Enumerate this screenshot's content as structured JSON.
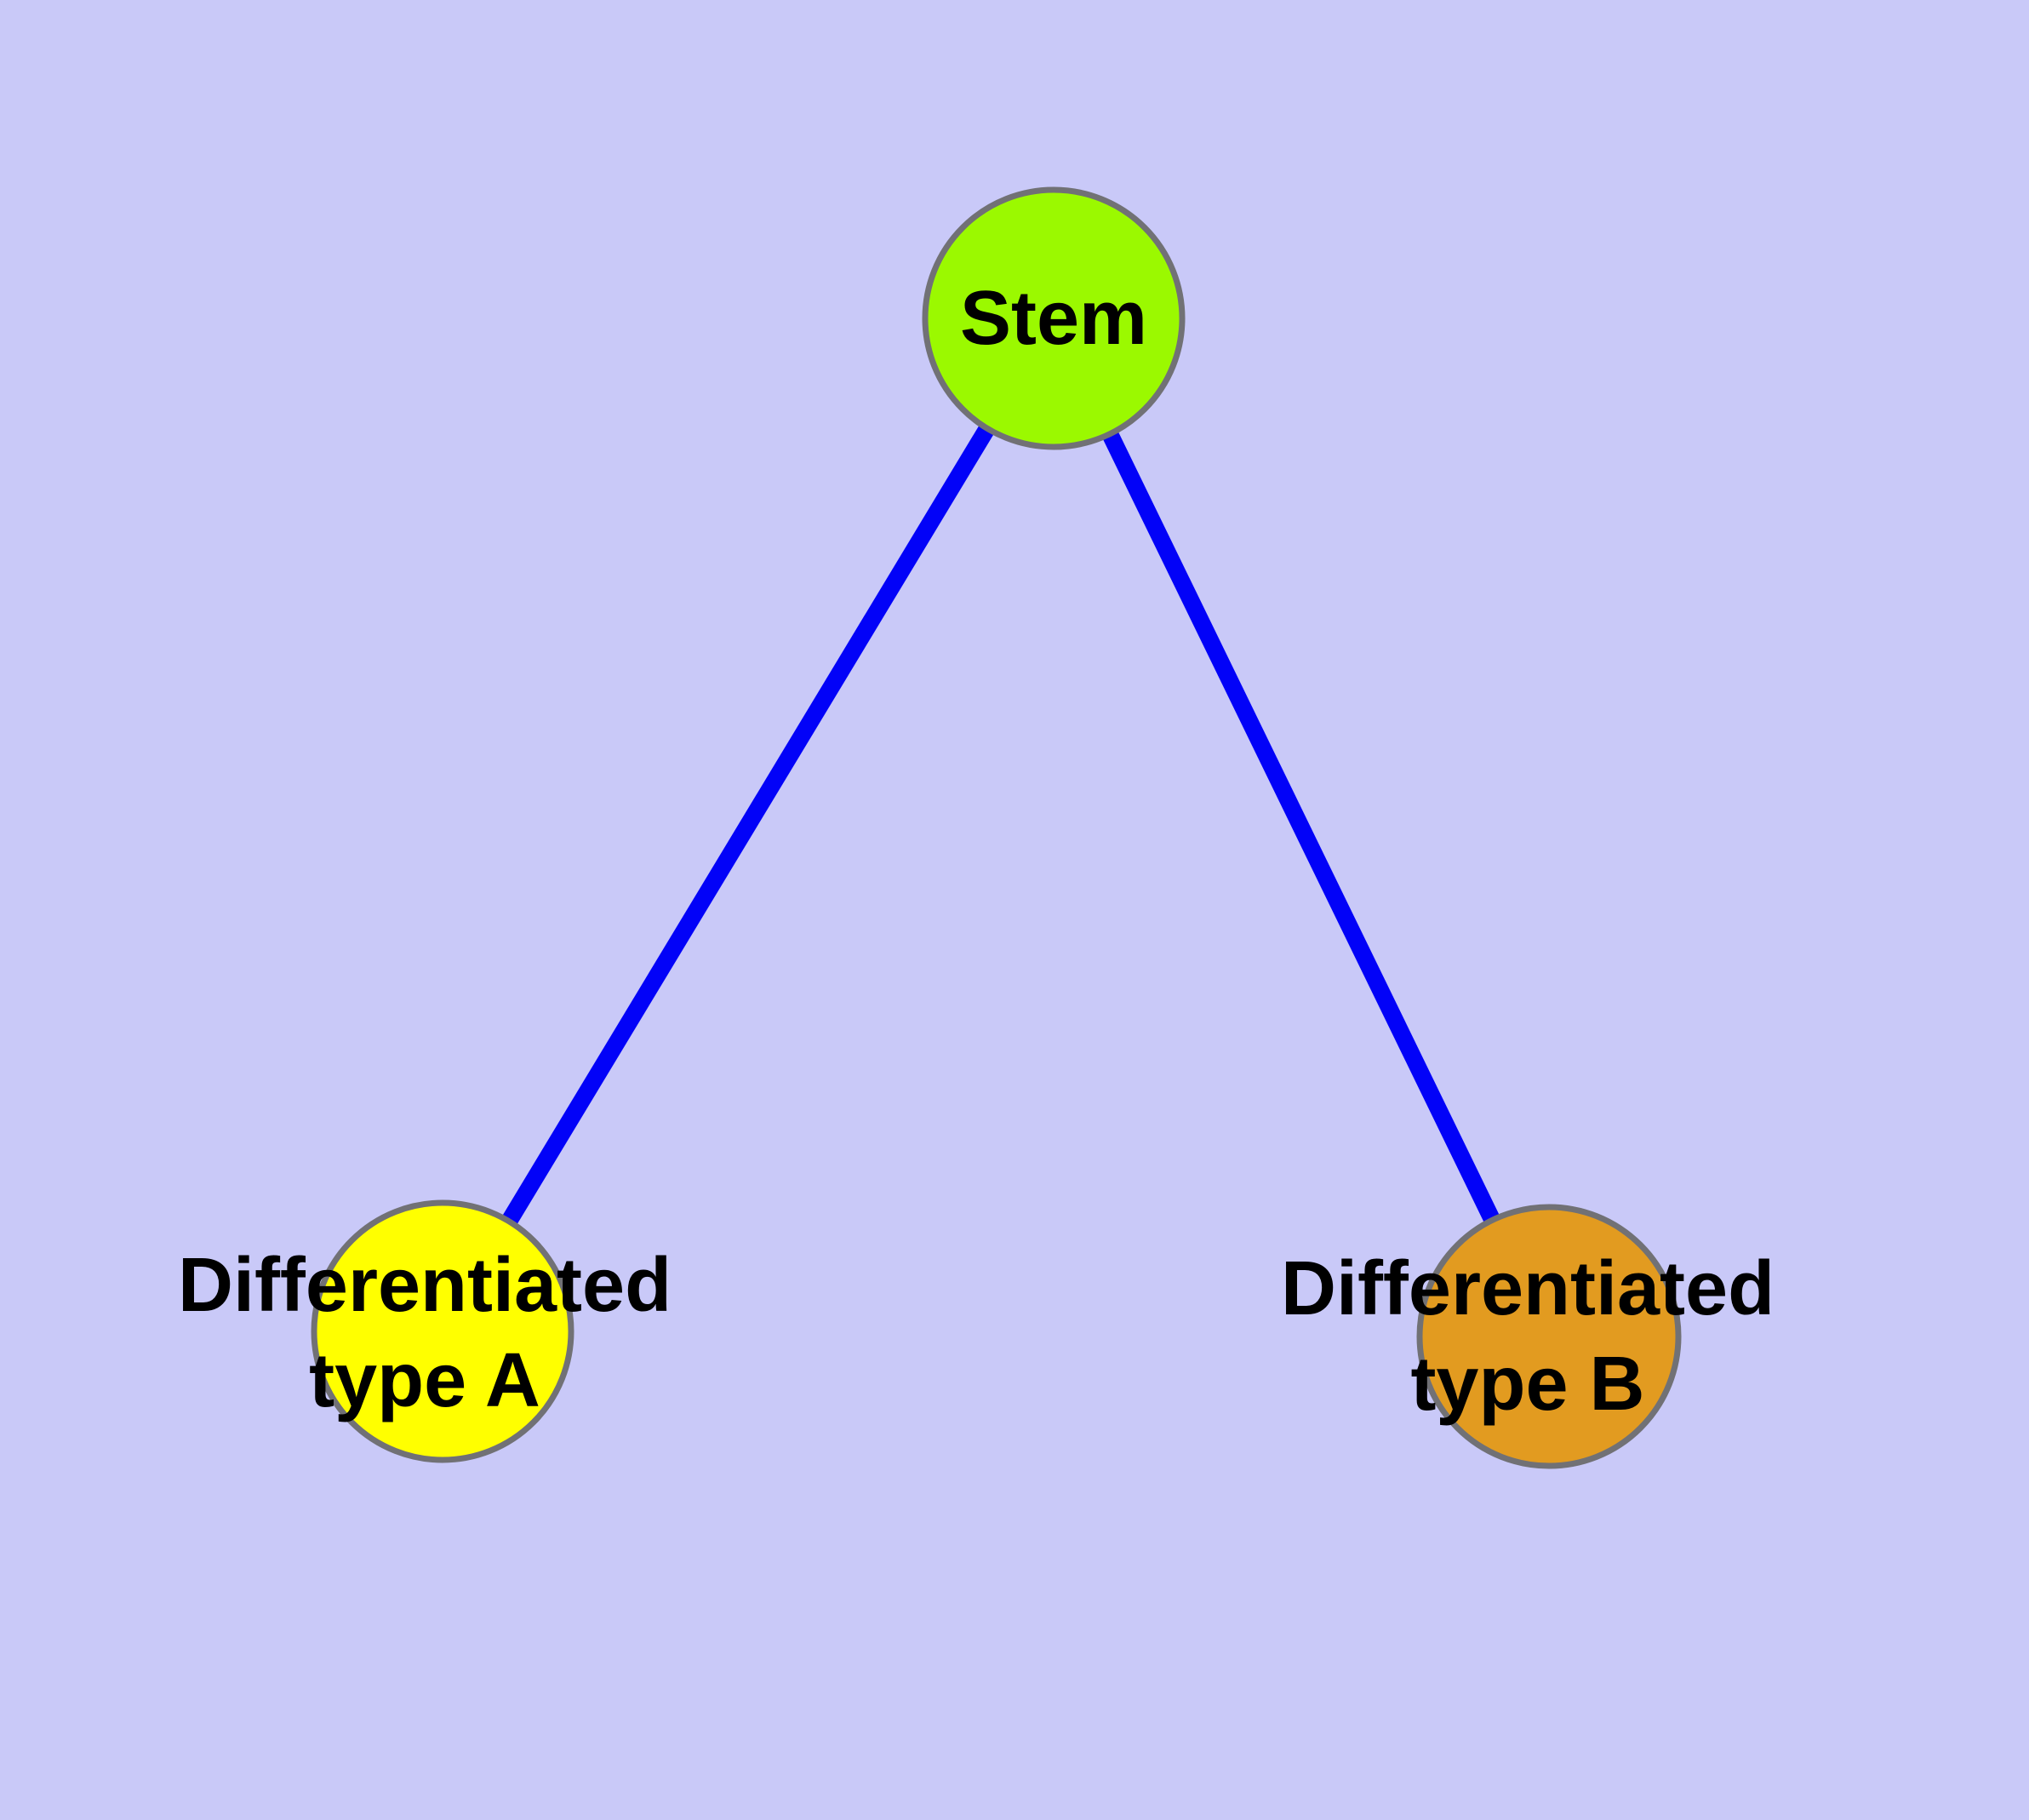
{
  "diagram": {
    "type": "node-link-graph",
    "colors": {
      "background": "#c9c9f8",
      "edge": "#0202f8",
      "node_border": "#717175",
      "label_text": "#000000"
    },
    "nodes": [
      {
        "id": "stem",
        "label": "Stem",
        "color": "#9bf900"
      },
      {
        "id": "differentiated-type-a",
        "label": "Differentiated\ntype A",
        "color": "#ffff00"
      },
      {
        "id": "differentiated-type-b",
        "label": "Differentiated\ntype B",
        "color": "#e29b20"
      }
    ],
    "edges": [
      {
        "from": "stem",
        "to": "differentiated-type-a",
        "color": "#0202f8"
      },
      {
        "from": "stem",
        "to": "differentiated-type-b",
        "color": "#0202f8"
      }
    ]
  }
}
